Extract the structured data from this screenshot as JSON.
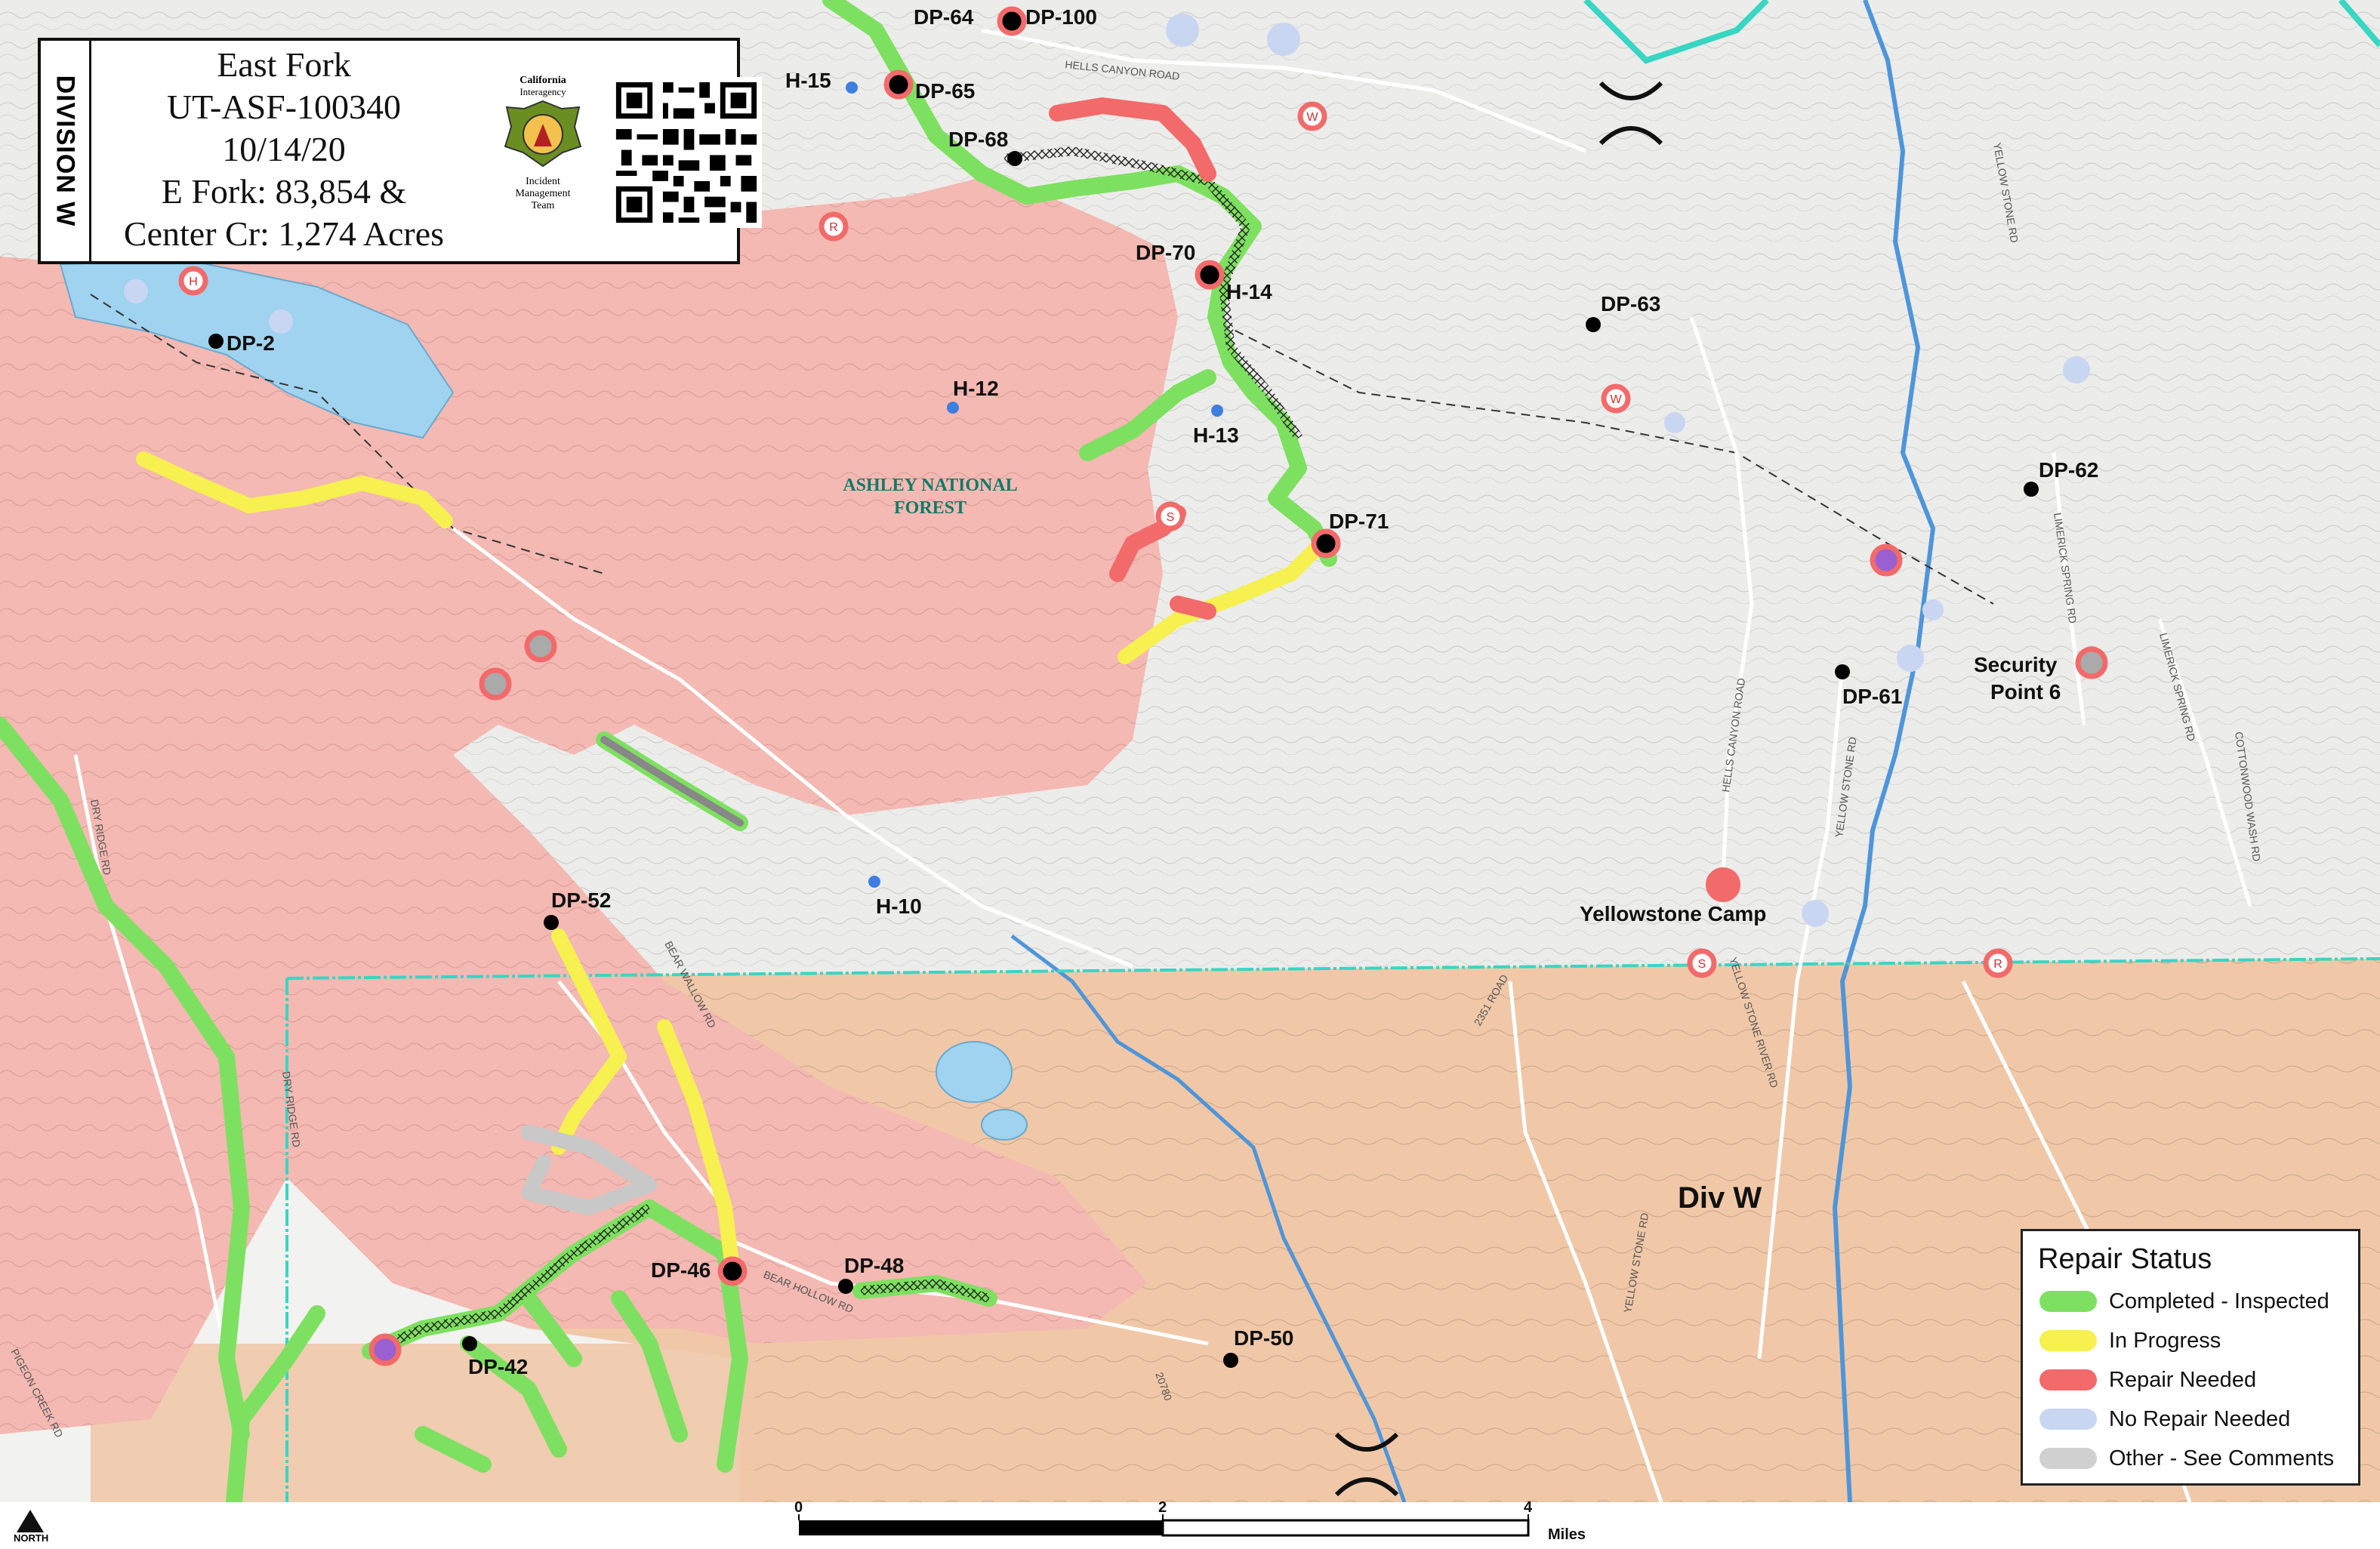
{
  "title_box": {
    "division_tab": "DIVISION W",
    "lines": [
      "East Fork",
      "UT-ASF-100340",
      "10/14/20",
      "E Fork: 83,854 &",
      "Center Cr: 1,274 Acres"
    ],
    "logo_text": [
      "California",
      "Interagency",
      "Incident",
      "Management",
      "Team"
    ],
    "logo_icon": "imt-fire-shield-logo",
    "qr_icon": "qr-code"
  },
  "legend": {
    "title": "Repair Status",
    "items": [
      {
        "label": "Completed - Inspected",
        "color": "#7ee060"
      },
      {
        "label": "In Progress",
        "color": "#f6f050"
      },
      {
        "label": "Repair Needed",
        "color": "#f26a6a"
      },
      {
        "label": "No Repair Needed",
        "color": "#c9d6f2"
      },
      {
        "label": "Other - See Comments",
        "color": "#d0d0d0"
      }
    ]
  },
  "map_labels": {
    "dp64": "DP-64",
    "dp100": "DP-100",
    "dp65": "DP-65",
    "h15": "H-15",
    "dp68": "DP-68",
    "dp70": "DP-70",
    "h14": "H-14",
    "dp63": "DP-63",
    "dp2": "DP-2",
    "h12": "H-12",
    "h13": "H-13",
    "dp62": "DP-62",
    "dp71": "DP-71",
    "dp61": "DP-61",
    "security_point": "Security",
    "security_point_2": "Point 6",
    "yellowstone_camp": "Yellowstone Camp",
    "dp52": "DP-52",
    "h10": "H-10",
    "dp46": "DP-46",
    "dp48": "DP-48",
    "dp42": "DP-42",
    "dp50": "DP-50",
    "div_w": "Div W",
    "forest_1": "ASHLEY NATIONAL",
    "forest_2": "FOREST"
  },
  "road_labels": {
    "hells_canyon_top": "HELLS CANYON ROAD",
    "hells_canyon_side": "HELLS CANYON ROAD",
    "yellowstone_rd_1": "YELLOW STONE RD",
    "yellowstone_rd_2": "YELLOW STONE RD",
    "yellowstone_rd_3": "YELLOW STONE RD",
    "yellowstone_river_rd": "YELLOW STONE RIVER RD",
    "limerick_spring_1": "LIMERICK SPRING RD",
    "limerick_spring_2": "LIMERICK SPRING RD",
    "cottonwood_wash": "COTTONWOOD WASH RD",
    "bear_wallow": "BEAR WALLOW RD",
    "bear_hollow": "BEAR HOLLOW RD",
    "dry_ridge_1": "DRY RIDGE RD",
    "dry_ridge_2": "DRY RIDGE RD",
    "pigeon_creek": "PIGEON CREEK RD",
    "rd_2351": "2351 ROAD",
    "rd_20780": "20780"
  },
  "point_symbols": {
    "r": "R",
    "s": "S",
    "w": "W",
    "h": "H"
  },
  "scale": {
    "ticks": [
      "0",
      "2",
      "4"
    ],
    "unit": "Miles"
  },
  "north": {
    "label": "NORTH"
  }
}
